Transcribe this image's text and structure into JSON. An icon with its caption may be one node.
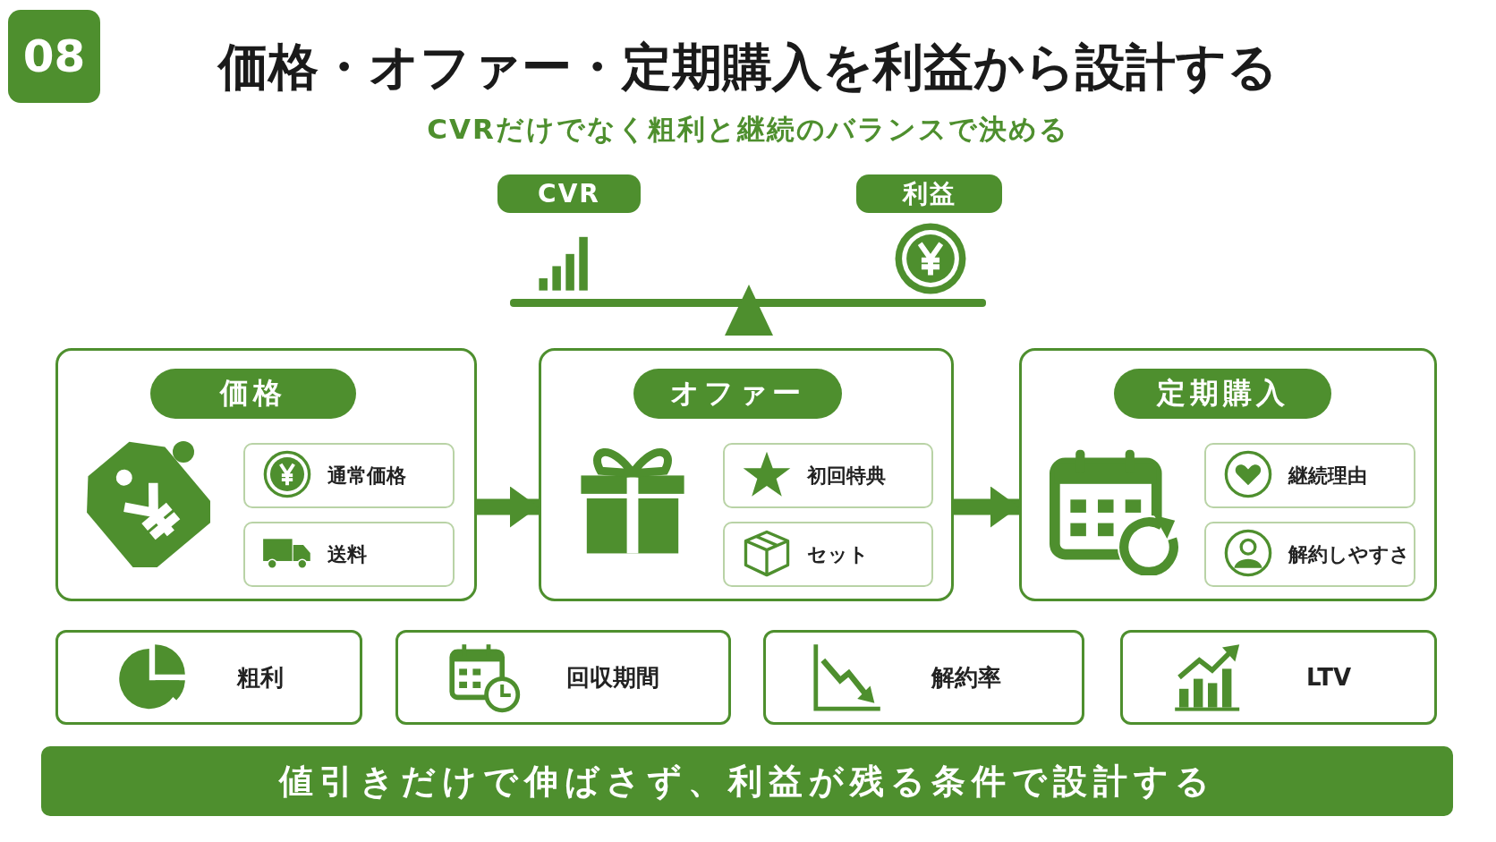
{
  "diagram": {
    "title": "価格・オファー・定期購入を利益から設計する",
    "nodes": [
      {
        "text": [
          "08"
        ]
      },
      {
        "text": [
          "CVR"
        ]
      },
      {
        "text": [
          "利益"
        ]
      },
      {
        "text": [
          "価格"
        ]
      },
      {
        "text": [
          "通常価格"
        ],
        "in": 3
      },
      {
        "text": [
          "送料"
        ],
        "in": 3
      },
      {
        "text": [
          "オファー"
        ]
      },
      {
        "text": [
          "初回特典"
        ],
        "in": 6
      },
      {
        "text": [
          "セット"
        ],
        "in": 6
      },
      {
        "text": [
          "定期購入"
        ]
      },
      {
        "text": [
          "継続理由"
        ],
        "in": 9
      },
      {
        "text": [
          "解約しやすさ"
        ],
        "in": 9
      },
      {
        "text": [
          "粗利"
        ]
      },
      {
        "text": [
          "回収期間"
        ]
      },
      {
        "text": [
          "解約率"
        ]
      },
      {
        "text": [
          "LTV"
        ]
      },
      {
        "text": [
          "値引きだけで伸ばさず、利益が残る条件で設計する"
        ]
      }
    ],
    "edges": [
      {
        "from": 3,
        "to": 6,
        "arrow": "to"
      },
      {
        "from": 6,
        "to": 9,
        "arrow": "to"
      }
    ],
    "labels": [
      "CVRだけでなく粗利と継続のバランスで決める"
    ]
  }
}
